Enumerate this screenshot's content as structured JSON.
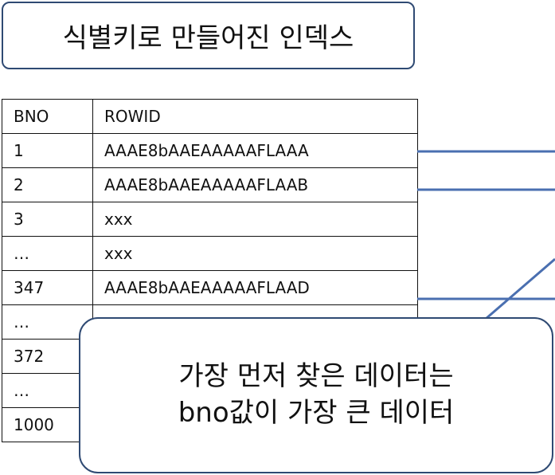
{
  "title": "식별키로 만들어진 인덱스",
  "table": {
    "headers": [
      "BNO",
      "ROWID"
    ],
    "rows": [
      [
        "1",
        "AAAE8bAAEAAAAAFLAAA"
      ],
      [
        "2",
        "AAAE8bAAEAAAAAFLAAB"
      ],
      [
        "3",
        "xxx"
      ],
      [
        "…",
        "xxx"
      ],
      [
        "347",
        "AAAE8bAAEAAAAAFLAAD"
      ],
      [
        "…",
        ""
      ],
      [
        "372",
        ""
      ],
      [
        "…",
        ""
      ],
      [
        "1000",
        ""
      ]
    ]
  },
  "callout": {
    "line1": "가장 먼저 찾은 데이터는",
    "line2": "bno값이 가장 큰 데이터"
  },
  "colors": {
    "box_border": "#2f4a73",
    "connector": "#4a6fb0",
    "table_border": "#111111"
  }
}
